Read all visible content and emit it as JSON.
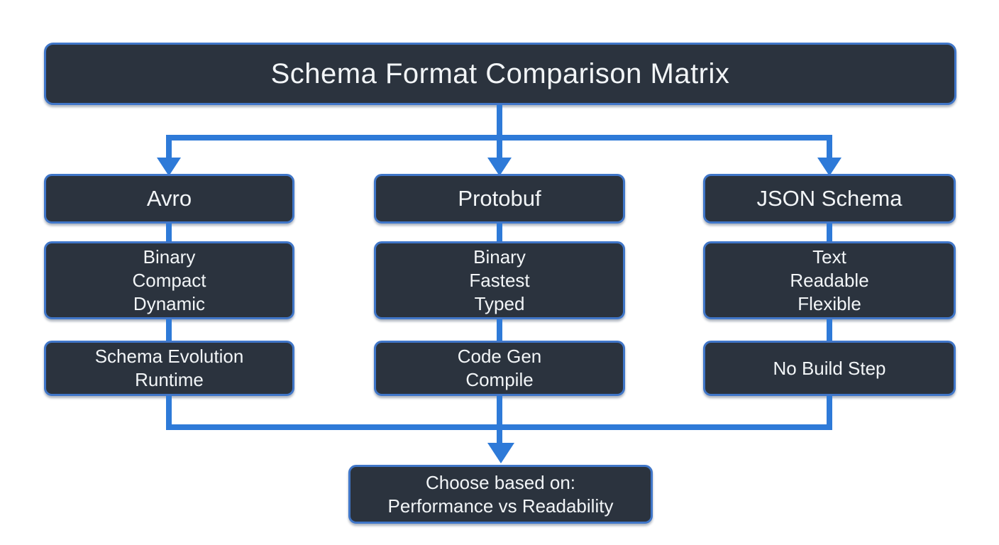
{
  "diagram": {
    "title": "Schema Format Comparison Matrix",
    "columns": [
      {
        "header": "Avro",
        "features": {
          "lines": [
            "Binary",
            "Compact",
            "Dynamic"
          ]
        },
        "detail": {
          "lines": [
            "Schema Evolution",
            "Runtime"
          ]
        }
      },
      {
        "header": "Protobuf",
        "features": {
          "lines": [
            "Binary",
            "Fastest",
            "Typed"
          ]
        },
        "detail": {
          "lines": [
            "Code Gen",
            "Compile"
          ]
        }
      },
      {
        "header": "JSON Schema",
        "features": {
          "lines": [
            "Text",
            "Readable",
            "Flexible"
          ]
        },
        "detail": {
          "lines": [
            "No Build Step"
          ]
        }
      }
    ],
    "conclusion": {
      "lines": [
        "Choose based on:",
        "Performance vs Readability"
      ]
    },
    "colors": {
      "background": "#ffffff",
      "box_fill": "#2b333e",
      "box_border": "#4076c8",
      "connector": "#2e7ad8",
      "text": "#f2f5f7"
    }
  }
}
